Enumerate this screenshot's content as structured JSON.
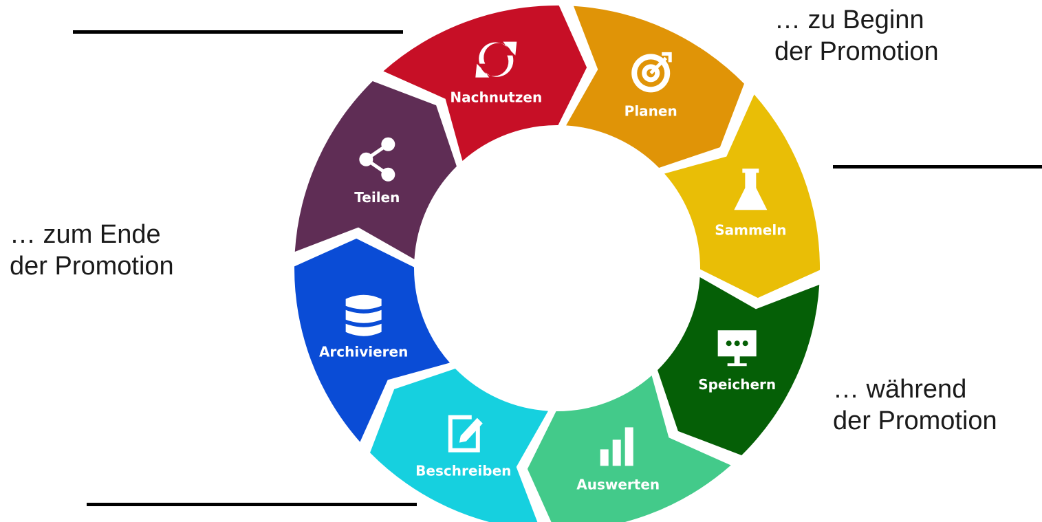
{
  "phases": {
    "begin": {
      "line1": "… zu Beginn",
      "line2": "der Promotion"
    },
    "end": {
      "line1": "… zum Ende",
      "line2": "der Promotion"
    },
    "during": {
      "line1": "… während",
      "line2": "der Promotion"
    }
  },
  "cycle": {
    "segments": [
      {
        "label": "Planen",
        "color": "#E09407",
        "icon": "target-icon"
      },
      {
        "label": "Sammeln",
        "color": "#E9BE06",
        "icon": "flask-icon"
      },
      {
        "label": "Speichern",
        "color": "#055F06",
        "icon": "monitor-icon"
      },
      {
        "label": "Auswerten",
        "color": "#43CA8A",
        "icon": "bar-chart-icon"
      },
      {
        "label": "Beschreiben",
        "color": "#16D0DF",
        "icon": "edit-icon"
      },
      {
        "label": "Archivieren",
        "color": "#0A4CD6",
        "icon": "database-icon"
      },
      {
        "label": "Teilen",
        "color": "#5F2D55",
        "icon": "share-icon"
      },
      {
        "label": "Nachnutzen",
        "color": "#C70F26",
        "icon": "refresh-icon"
      }
    ]
  }
}
